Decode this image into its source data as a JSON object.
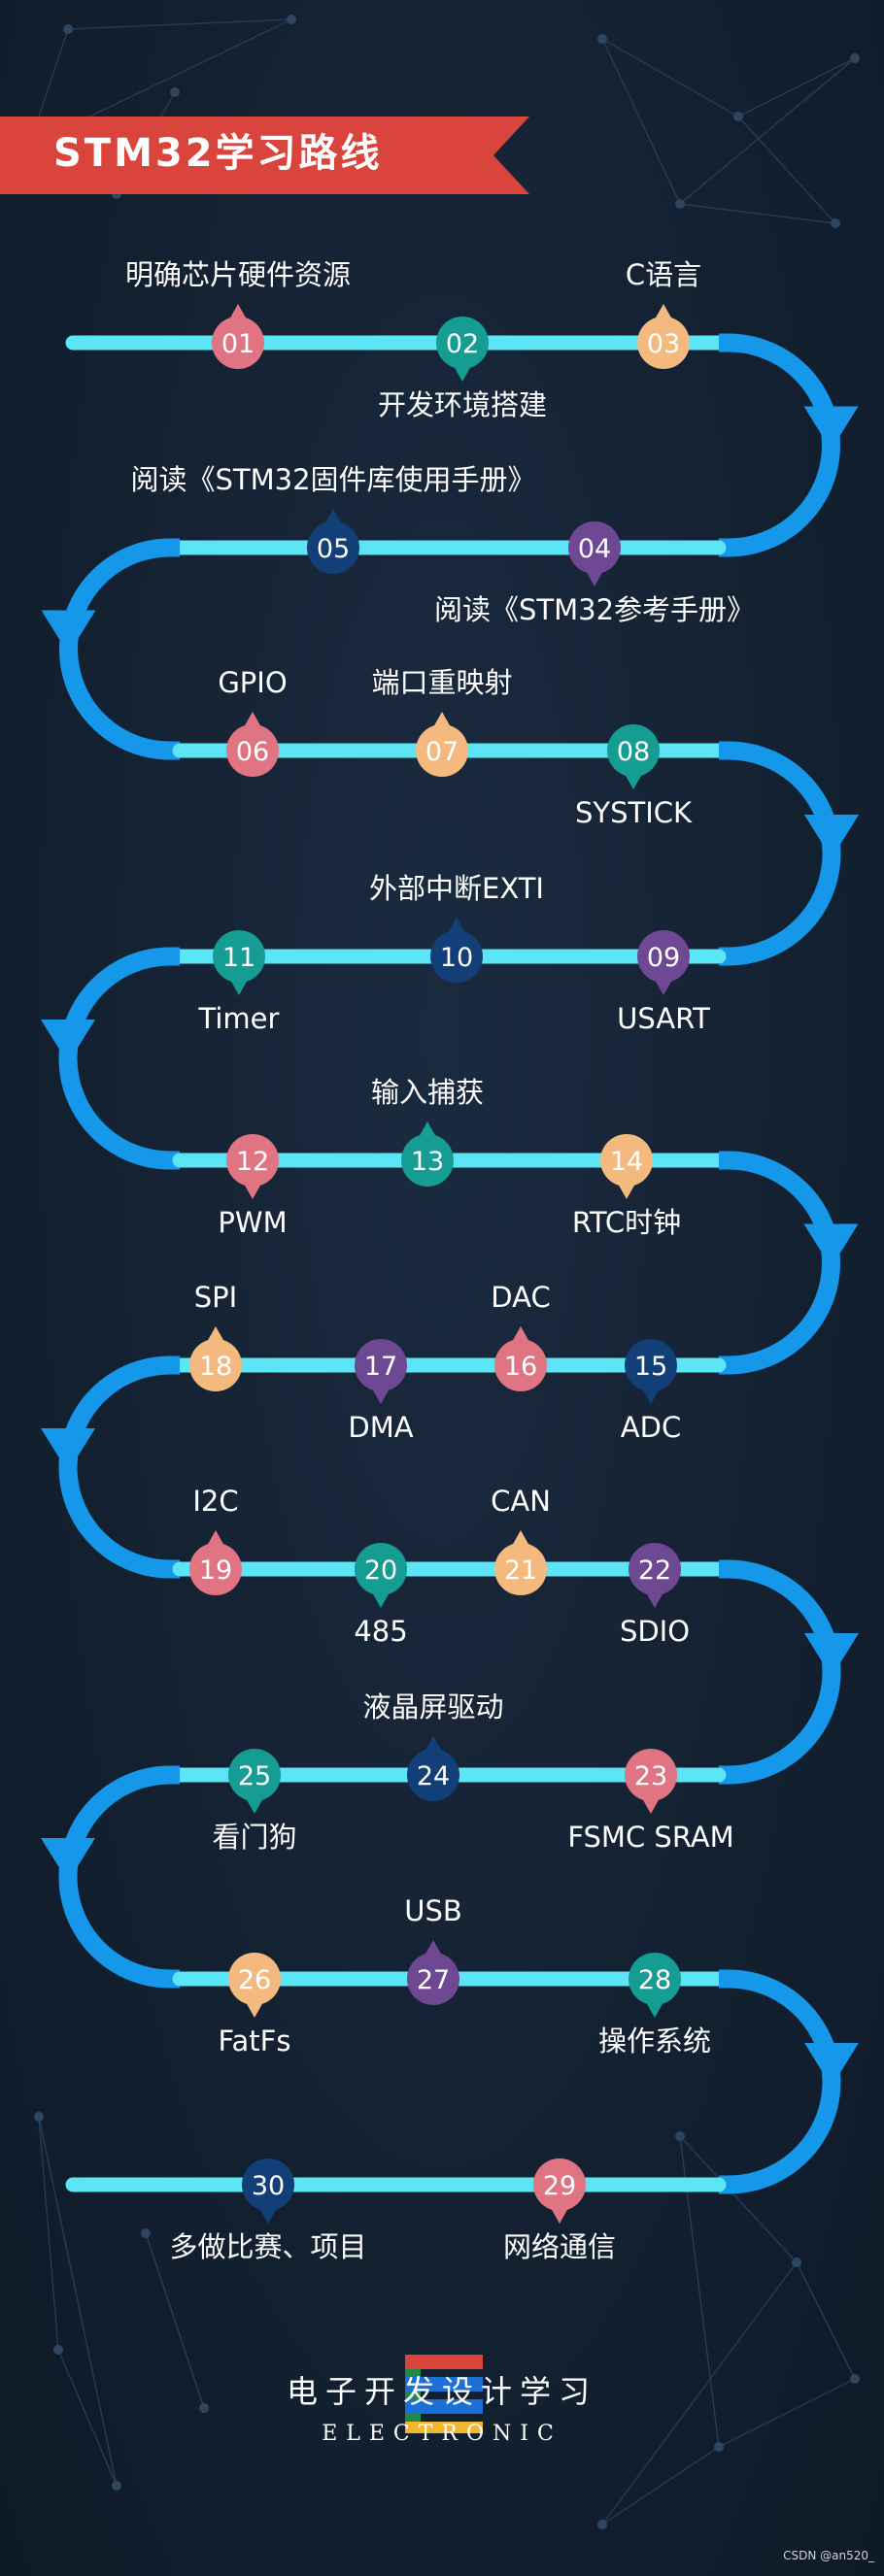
{
  "header": {
    "title": "STM32学习路线"
  },
  "colors": {
    "background": "#152233",
    "banner_red": "#d9443c",
    "track_light": "#5ce6f5",
    "track_blue": "#1597ea",
    "pink": "#e07482",
    "teal": "#159c93",
    "peach": "#f3b97f",
    "navy": "#123f77",
    "purple": "#6e4893"
  },
  "steps": [
    {
      "num": "01",
      "label": "明确芯片硬件资源",
      "color": "pink"
    },
    {
      "num": "02",
      "label": "开发环境搭建",
      "color": "teal"
    },
    {
      "num": "03",
      "label": "C语言",
      "color": "peach"
    },
    {
      "num": "04",
      "label": "阅读《STM32参考手册》",
      "color": "purple"
    },
    {
      "num": "05",
      "label": "阅读《STM32固件库使用手册》",
      "color": "navy"
    },
    {
      "num": "06",
      "label": "GPIO",
      "color": "pink"
    },
    {
      "num": "07",
      "label": "端口重映射",
      "color": "peach"
    },
    {
      "num": "08",
      "label": "SYSTICK",
      "color": "teal"
    },
    {
      "num": "09",
      "label": "USART",
      "color": "purple"
    },
    {
      "num": "10",
      "label": "外部中断EXTI",
      "color": "navy"
    },
    {
      "num": "11",
      "label": "Timer",
      "color": "teal"
    },
    {
      "num": "12",
      "label": "PWM",
      "color": "pink"
    },
    {
      "num": "13",
      "label": "输入捕获",
      "color": "teal"
    },
    {
      "num": "14",
      "label": "RTC时钟",
      "color": "peach"
    },
    {
      "num": "15",
      "label": "ADC",
      "color": "navy"
    },
    {
      "num": "16",
      "label": "DAC",
      "color": "pink"
    },
    {
      "num": "17",
      "label": "DMA",
      "color": "purple"
    },
    {
      "num": "18",
      "label": "SPI",
      "color": "peach"
    },
    {
      "num": "19",
      "label": "I2C",
      "color": "pink"
    },
    {
      "num": "20",
      "label": "485",
      "color": "teal"
    },
    {
      "num": "21",
      "label": "CAN",
      "color": "peach"
    },
    {
      "num": "22",
      "label": "SDIO",
      "color": "purple"
    },
    {
      "num": "23",
      "label": "FSMC SRAM",
      "color": "pink"
    },
    {
      "num": "24",
      "label": "液晶屏驱动",
      "color": "navy"
    },
    {
      "num": "25",
      "label": "看门狗",
      "color": "teal"
    },
    {
      "num": "26",
      "label": "FatFs",
      "color": "peach"
    },
    {
      "num": "27",
      "label": "USB",
      "color": "purple"
    },
    {
      "num": "28",
      "label": "操作系统",
      "color": "teal"
    },
    {
      "num": "29",
      "label": "网络通信",
      "color": "pink"
    },
    {
      "num": "30",
      "label": "多做比赛、项目",
      "color": "navy"
    }
  ],
  "footer": {
    "title": "电子开发设计学习",
    "subtitle": "ELECTRONIC",
    "logo_colors": [
      "#1e8a4a",
      "#d9443c",
      "#1b6fd6",
      "#f2b730"
    ]
  },
  "credit": "CSDN @an520_"
}
